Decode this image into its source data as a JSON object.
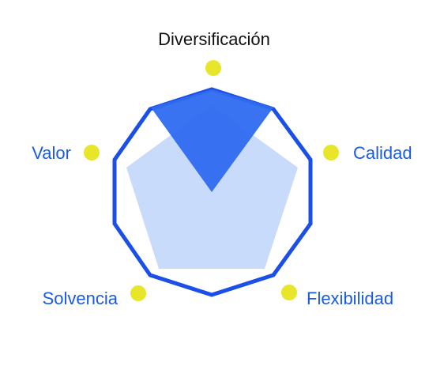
{
  "diagram": {
    "labels": [
      {
        "id": "diversificacion",
        "text": "Diversificación",
        "color": "#111111"
      },
      {
        "id": "calidad",
        "text": "Calidad",
        "color": "#1a5ae6"
      },
      {
        "id": "flexibilidad",
        "text": "Flexibilidad",
        "color": "#1a5ae6"
      },
      {
        "id": "solvencia",
        "text": "Solvencia",
        "color": "#1a5ae6"
      },
      {
        "id": "valor",
        "text": "Valor",
        "color": "#1a5ae6"
      }
    ],
    "colors": {
      "outline": "#1a4fe8",
      "pentagon_fill": "#c9dbfa",
      "highlight_fill": "#2f6bf0",
      "dot": "#e8e62a"
    },
    "selected_axis": "diversificacion"
  }
}
